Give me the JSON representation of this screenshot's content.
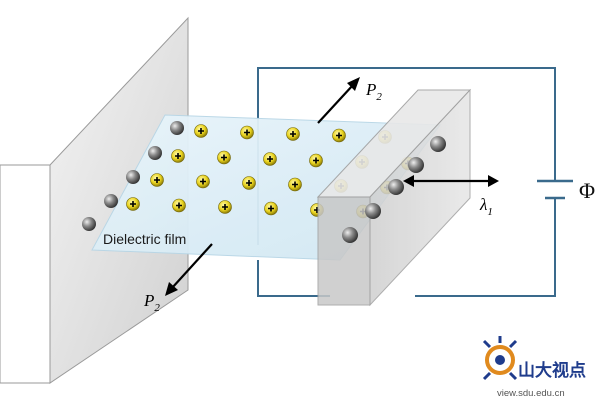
{
  "labels": {
    "film": "Dielectric film",
    "p2_top": "P",
    "p2_top_sub": "2",
    "p2_bottom": "P",
    "p2_bottom_sub": "2",
    "lambda": "λ",
    "lambda_sub": "1",
    "phi": "Φ"
  },
  "logo": {
    "title": "山大视点",
    "url": "view.sdu.edu.cn"
  },
  "colors": {
    "circuit": "#3a6a8c",
    "plate": "#dcdcdc",
    "film": "#d8ecf6",
    "positive_charge": "#e6d21e"
  },
  "icons": {
    "charge_symbol": "plus-sign",
    "electron": "gray-sphere",
    "logo_mark": "eye-emblem"
  }
}
